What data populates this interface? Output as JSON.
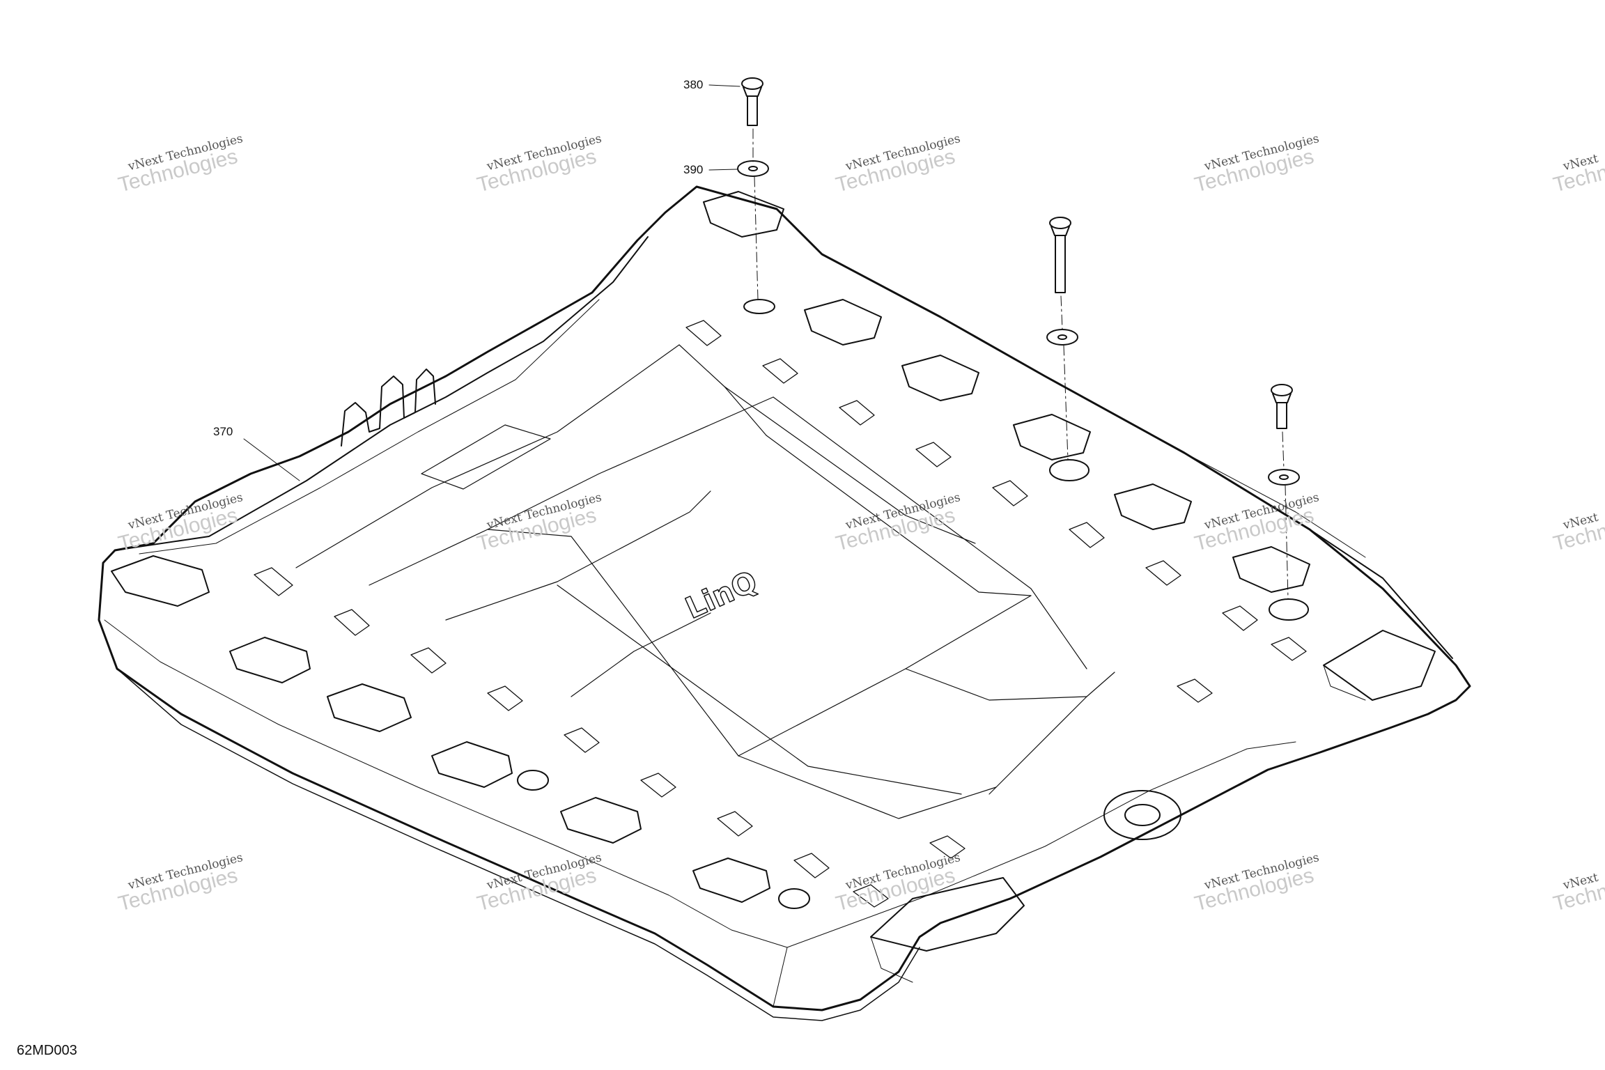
{
  "callouts": {
    "c380": "380",
    "c390": "390",
    "c370": "370"
  },
  "reference_code": "62MD003",
  "logo_text": "LinQ",
  "watermark": {
    "line1": "vNext Technologies",
    "line2": "Technologies",
    "line0": "vNext"
  }
}
